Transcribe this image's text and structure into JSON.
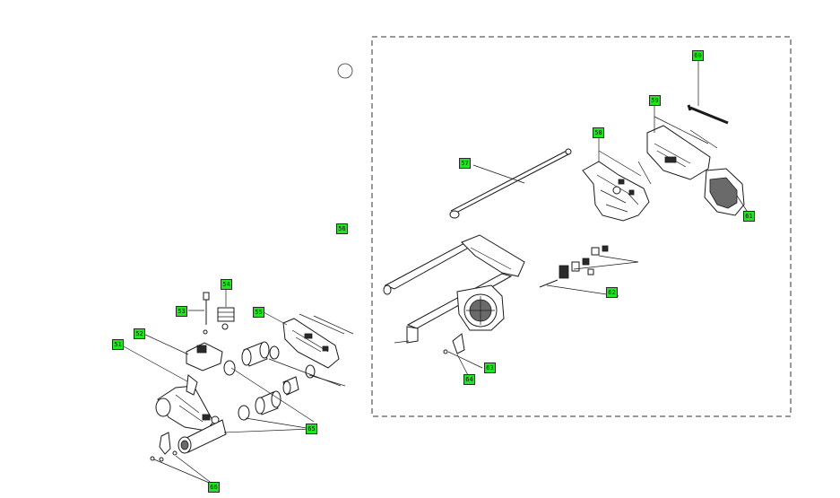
{
  "callout_color": "#22e522",
  "line_color": "#1a1a1a",
  "frame_style": "dashed",
  "callouts": {
    "c51": "51",
    "c52": "52",
    "c53": "53",
    "c54": "54",
    "c55": "55",
    "c56": "56",
    "c57": "57",
    "c58": "58",
    "c59": "59",
    "c60": "60",
    "c61": "61",
    "c62": "62",
    "c63": "63",
    "c64": "64",
    "c65": "65",
    "c66": "66"
  }
}
